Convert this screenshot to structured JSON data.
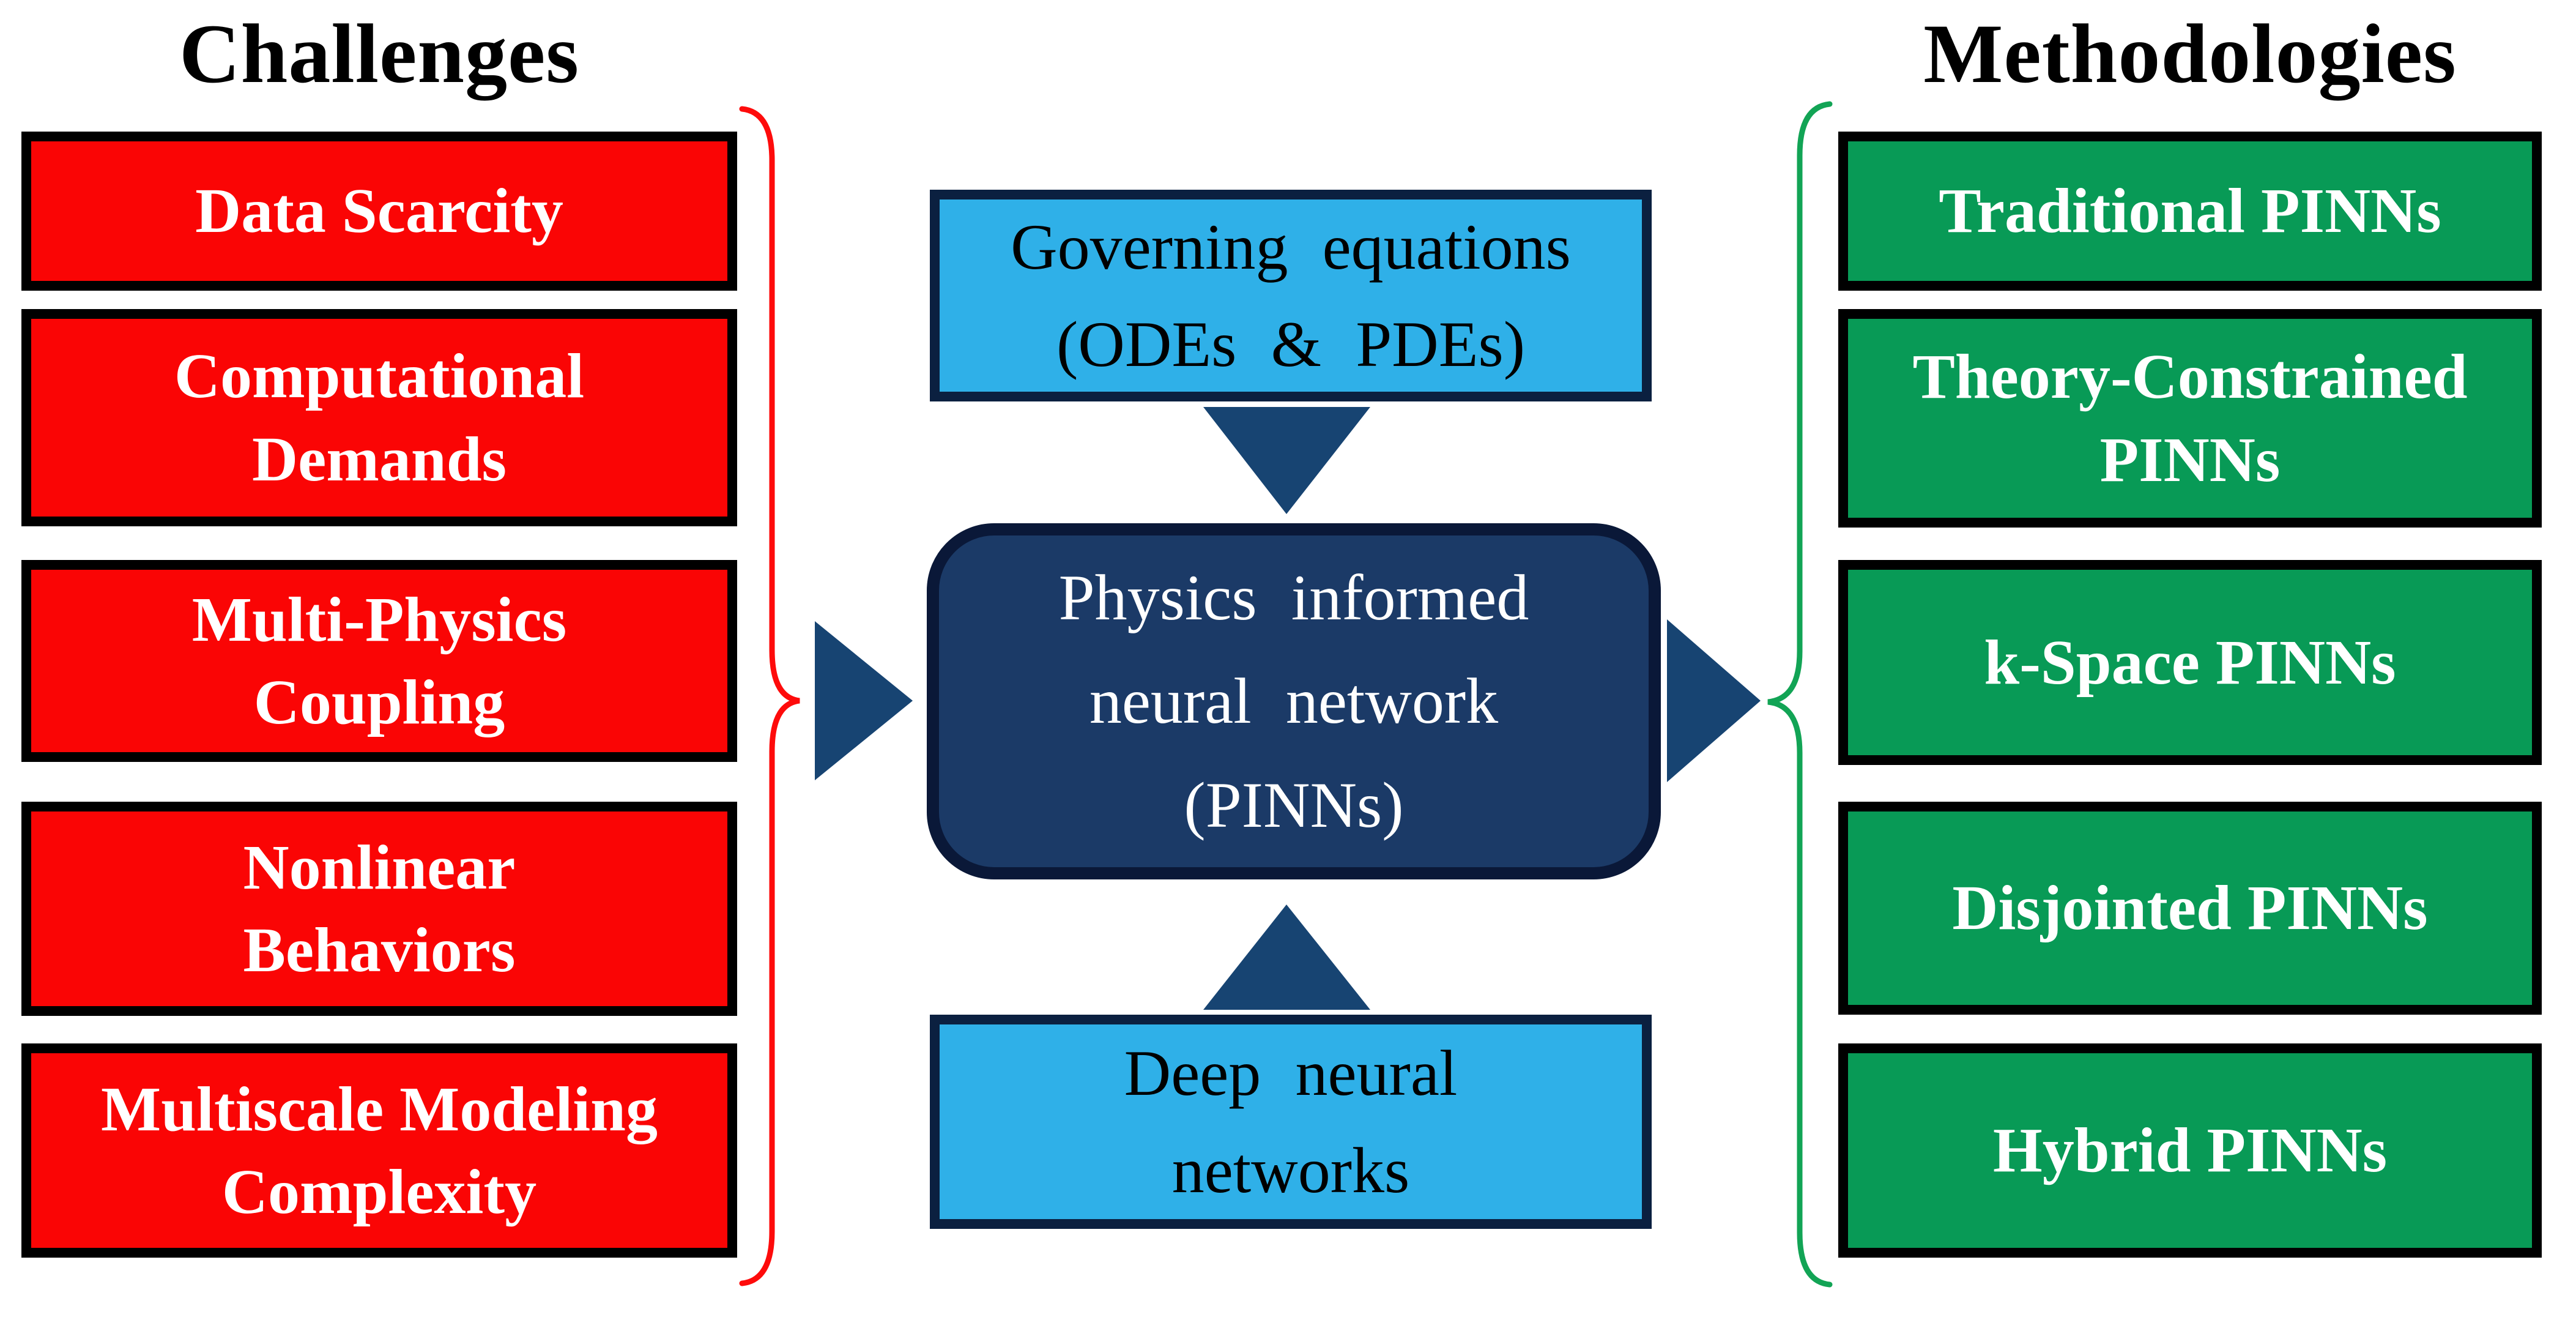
{
  "challenges": {
    "title": "Challenges",
    "boxes": [
      {
        "label": "Data Scarcity"
      },
      {
        "label": "Computational\nDemands"
      },
      {
        "label": "Multi-Physics\nCoupling"
      },
      {
        "label": "Nonlinear\nBehaviors"
      },
      {
        "label": "Multiscale Modeling\nComplexity"
      }
    ]
  },
  "methodologies": {
    "title": "Methodologies",
    "boxes": [
      {
        "label": "Traditional PINNs"
      },
      {
        "label": "Theory-Constrained\nPINNs"
      },
      {
        "label": "k-Space PINNs"
      },
      {
        "label": "Disjointed PINNs"
      },
      {
        "label": "Hybrid PINNs"
      }
    ]
  },
  "center": {
    "governing_box": "Governing equations\n(ODEs & PDEs)",
    "pinn_box": "Physics informed\nneural network\n(PINNs)",
    "dnn_box": "Deep neural\nnetworks"
  },
  "colors": {
    "box-red": "#FA0505",
    "box-green": "#089A56",
    "box-blue": "#2FB0E8",
    "box-navy": "#1B3A67",
    "arrow-navy": "#174472",
    "brace-red": "#FE0B0B",
    "brace-green": "#12A455",
    "border-blue-box": "#0B2040",
    "border-pinn": "#0A1838",
    "border-black": "#000000"
  }
}
